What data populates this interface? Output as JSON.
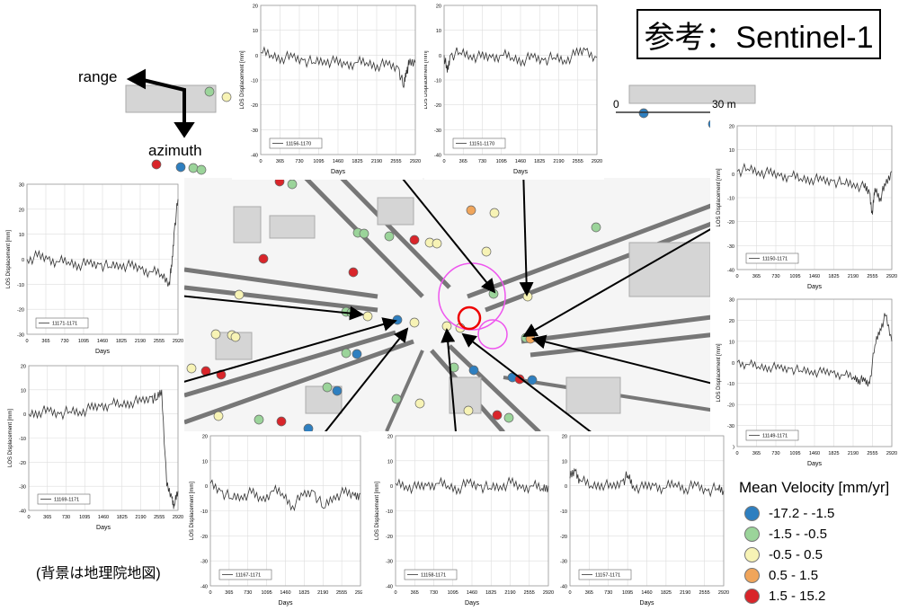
{
  "title": "参考：Sentinel-1",
  "labels": {
    "range": "range",
    "azimuth": "azimuth",
    "scale_start": "0",
    "scale_end": "30 m"
  },
  "caption": "(背景は地理院地図)",
  "legend": {
    "title": "Mean Velocity [mm/yr]",
    "items": [
      {
        "label": "-17.2 - -1.5",
        "color": "#2e7fc0"
      },
      {
        "label": "-1.5 - -0.5",
        "color": "#9bd49a"
      },
      {
        "label": "-0.5 - 0.5",
        "color": "#f7f3b5"
      },
      {
        "label": "0.5 - 1.5",
        "color": "#f0a55b"
      },
      {
        "label": "1.5 - 15.2",
        "color": "#d9252a"
      }
    ]
  },
  "chart_common": {
    "xlabel": "Days",
    "ylabel": "LOS Displacement [mm]",
    "xticks": [
      0,
      365,
      730,
      1095,
      1460,
      1825,
      2190,
      2555,
      2920
    ]
  },
  "chart_data": [
    {
      "type": "line",
      "series": [
        {
          "name": "11156-1170"
        }
      ],
      "ylim": [
        -40,
        20
      ],
      "yticks": [
        -40,
        -30,
        -20,
        -10,
        0,
        10,
        20
      ],
      "x": [
        0,
        200,
        400,
        600,
        800,
        1000,
        1200,
        1400,
        1600,
        1800,
        2000,
        2200,
        2400,
        2600,
        2700,
        2750,
        2800,
        2920
      ],
      "values": [
        1,
        0,
        -1,
        -1,
        -2,
        -3,
        -2,
        -3,
        -4,
        -3,
        -3,
        -4,
        -4,
        -5,
        -13,
        -6,
        -4,
        -3
      ]
    },
    {
      "type": "line",
      "series": [
        {
          "name": "11151-1170"
        }
      ],
      "ylim": [
        -40,
        20
      ],
      "yticks": [
        -40,
        -30,
        -20,
        -10,
        0,
        10,
        20
      ],
      "x": [
        0,
        60,
        120,
        300,
        500,
        700,
        900,
        1100,
        1300,
        1500,
        1700,
        1900,
        2100,
        2300,
        2500,
        2700,
        2920
      ],
      "values": [
        0,
        -7,
        0,
        1,
        0,
        -1,
        -1,
        0,
        -1,
        -2,
        -1,
        -2,
        -1,
        -2,
        0,
        2,
        -1
      ]
    },
    {
      "type": "line",
      "series": [
        {
          "name": "11150-1171"
        }
      ],
      "ylim": [
        -40,
        20
      ],
      "yticks": [
        -40,
        -30,
        -20,
        -10,
        0,
        10,
        20
      ],
      "x": [
        0,
        200,
        400,
        600,
        800,
        1000,
        1200,
        1400,
        1600,
        1800,
        2000,
        2200,
        2400,
        2500,
        2555,
        2600,
        2700,
        2800,
        2920
      ],
      "values": [
        1,
        2,
        1,
        0,
        -1,
        -1,
        -2,
        -2,
        -3,
        -3,
        -4,
        -4,
        -6,
        -8,
        -17,
        -6,
        -10,
        -5,
        1
      ]
    },
    {
      "type": "line",
      "series": [
        {
          "name": "11171-1171"
        }
      ],
      "ylim": [
        -30,
        30
      ],
      "yticks": [
        -30,
        -20,
        -10,
        0,
        10,
        20,
        30
      ],
      "x": [
        0,
        200,
        400,
        600,
        800,
        1000,
        1200,
        1400,
        1600,
        1800,
        2000,
        2200,
        2400,
        2600,
        2750,
        2800,
        2850,
        2920
      ],
      "values": [
        0,
        1,
        0,
        -1,
        -1,
        -2,
        -2,
        -2,
        -3,
        -2,
        -3,
        -4,
        -5,
        -6,
        -9,
        -3,
        12,
        24
      ]
    },
    {
      "type": "line",
      "series": [
        {
          "name": "11149-1171"
        }
      ],
      "ylim": [
        -40,
        30
      ],
      "yticks": [
        -40,
        -30,
        -20,
        -10,
        0,
        10,
        20,
        30
      ],
      "x": [
        0,
        200,
        400,
        600,
        800,
        1000,
        1200,
        1400,
        1600,
        1800,
        2000,
        2200,
        2300,
        2400,
        2500,
        2600,
        2700,
        2800,
        2920
      ],
      "values": [
        0,
        -1,
        -2,
        -2,
        -3,
        -3,
        -4,
        -4,
        -5,
        -5,
        -6,
        -7,
        -8,
        -9,
        -10,
        8,
        16,
        22,
        10
      ]
    },
    {
      "type": "line",
      "series": [
        {
          "name": "11169-1171"
        }
      ],
      "ylim": [
        -40,
        20
      ],
      "yticks": [
        -40,
        -30,
        -20,
        -10,
        0,
        10,
        20
      ],
      "x": [
        0,
        200,
        400,
        600,
        800,
        1000,
        1200,
        1400,
        1600,
        1800,
        2000,
        2200,
        2400,
        2500,
        2600,
        2700,
        2800,
        2850,
        2920
      ],
      "values": [
        0,
        1,
        1,
        0,
        1,
        1,
        2,
        3,
        4,
        4,
        5,
        5,
        7,
        6,
        10,
        -30,
        -35,
        -38,
        -32
      ]
    },
    {
      "type": "line",
      "series": [
        {
          "name": "11167-1171"
        }
      ],
      "ylim": [
        -40,
        20
      ],
      "yticks": [
        -40,
        -30,
        -20,
        -10,
        0,
        10,
        20
      ],
      "x": [
        0,
        200,
        400,
        600,
        800,
        1000,
        1200,
        1400,
        1600,
        1800,
        2000,
        2200,
        2400,
        2600,
        2800,
        2920
      ],
      "values": [
        1,
        -2,
        -5,
        -4,
        -3,
        -6,
        -2,
        -3,
        -8,
        -4,
        -2,
        -9,
        -4,
        -3,
        -4,
        -3
      ]
    },
    {
      "type": "line",
      "series": [
        {
          "name": "11158-1171"
        }
      ],
      "ylim": [
        -40,
        20
      ],
      "yticks": [
        -40,
        -30,
        -20,
        -10,
        0,
        10,
        20
      ],
      "x": [
        0,
        200,
        400,
        600,
        800,
        1000,
        1200,
        1400,
        1600,
        1800,
        2000,
        2200,
        2400,
        2600,
        2800,
        2920
      ],
      "values": [
        1,
        0,
        -1,
        0,
        1,
        0,
        -1,
        1,
        0,
        -1,
        0,
        1,
        -1,
        0,
        -1,
        0
      ]
    },
    {
      "type": "line",
      "series": [
        {
          "name": "11157-1171"
        }
      ],
      "ylim": [
        -40,
        20
      ],
      "yticks": [
        -40,
        -30,
        -20,
        -10,
        0,
        10,
        20
      ],
      "x": [
        0,
        100,
        200,
        400,
        600,
        800,
        1000,
        1100,
        1200,
        1400,
        1600,
        1800,
        2000,
        2200,
        2400,
        2600,
        2800,
        2920
      ],
      "values": [
        3,
        6,
        2,
        0,
        1,
        -1,
        2,
        4,
        0,
        -1,
        0,
        -1,
        1,
        -1,
        0,
        -2,
        -1,
        -2
      ]
    }
  ]
}
